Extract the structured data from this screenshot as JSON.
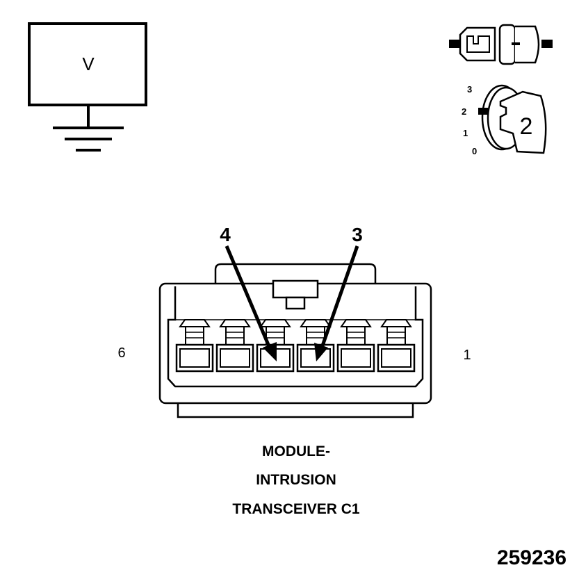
{
  "meter": {
    "symbol": "V"
  },
  "key_switch": {
    "positions": [
      "3",
      "2",
      "1",
      "0"
    ],
    "key_number": "2"
  },
  "connector": {
    "pin_left_label": "6",
    "pin_right_label": "1",
    "callouts": [
      "4",
      "3"
    ]
  },
  "caption": {
    "line1": "MODULE-",
    "line2": "INTRUSION",
    "line3": "TRANSCEIVER C1"
  },
  "figure_number": "259236"
}
